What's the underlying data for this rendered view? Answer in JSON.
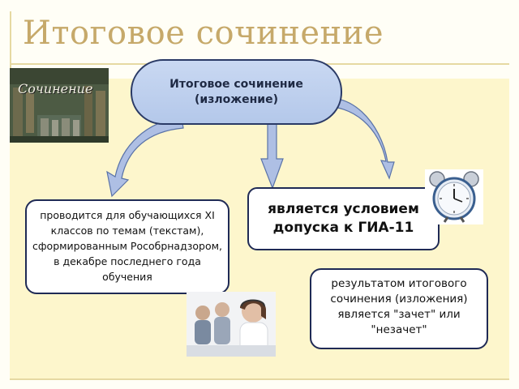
{
  "slide": {
    "title": "Итоговое сочинение"
  },
  "diagram": {
    "top_box": "Итоговое сочинение\n(изложение)",
    "middle_box": "является условием допуска к ГИА-11",
    "left_box": "проводится для обучающихся XI классов по темам (текстам), сформированным Рособрнадзором,   в декабре последнего года обучения",
    "right_box": "результатом итогового сочинения (изложения) является \"зачет\" или \"незачет\""
  },
  "images": {
    "book_cover_text": "Сочинение",
    "book_icon": "library-book-cover",
    "clock_icon": "alarm-clock",
    "people_icon": "students-with-headsets"
  },
  "colors": {
    "title": "#c6a96a",
    "top_box_fill": "#b9cbec",
    "box_border": "#1f2a55",
    "arrow_fill": "#aebfe4"
  }
}
